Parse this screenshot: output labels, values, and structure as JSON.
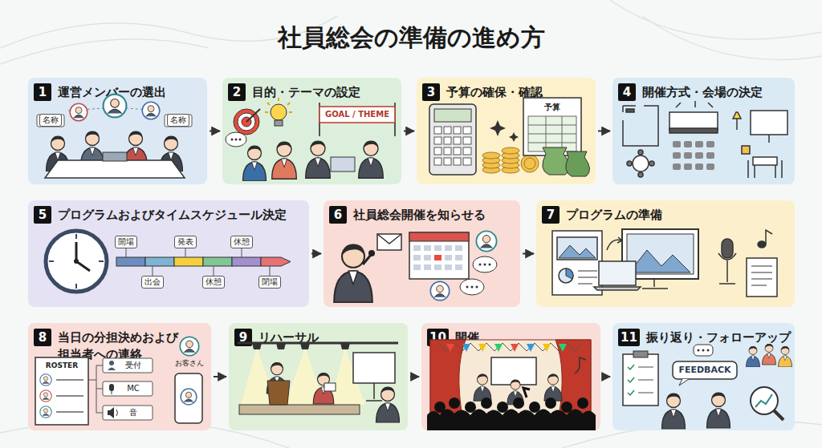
{
  "diagram": {
    "title": "社員総会の準備の進め方",
    "nodes": [
      {
        "text": [
          "1",
          "運営メンバーの選出"
        ]
      },
      {
        "text": [
          "2",
          "目的・テーマの設定"
        ]
      },
      {
        "text": [
          "3",
          "予算の確保・確認"
        ]
      },
      {
        "text": [
          "4",
          "開催方式・会場の決定"
        ]
      },
      {
        "text": [
          "5",
          "プログラムおよびタイムスケジュール決定"
        ]
      },
      {
        "text": [
          "6",
          "社員総会開催を知らせる"
        ]
      },
      {
        "text": [
          "7",
          "プログラムの準備"
        ]
      },
      {
        "text": [
          "8",
          "当日の分担決めおよび担当者への連絡"
        ]
      },
      {
        "text": [
          "9",
          "リハーサル"
        ]
      },
      {
        "text": [
          "10",
          "開催"
        ]
      },
      {
        "text": [
          "11",
          "振り返り・フォローアップ"
        ]
      }
    ],
    "edges": [
      {
        "from": 0,
        "to": 1,
        "arrow": "to"
      },
      {
        "from": 1,
        "to": 2,
        "arrow": "to"
      },
      {
        "from": 2,
        "to": 3,
        "arrow": "to"
      },
      {
        "from": 4,
        "to": 5,
        "arrow": "to"
      },
      {
        "from": 5,
        "to": 6,
        "arrow": "to"
      },
      {
        "from": 7,
        "to": 8,
        "arrow": "to"
      },
      {
        "from": 8,
        "to": 9,
        "arrow": "to"
      },
      {
        "from": 9,
        "to": 10,
        "arrow": "to"
      }
    ],
    "labels": [
      "名称",
      "名称",
      "GOAL / THEME",
      "予算",
      "開場",
      "発表",
      "休憩",
      "出会",
      "休憩",
      "閉場",
      "ROSTER",
      "受付",
      "MC",
      "音",
      "お客さん",
      "FEEDBACK"
    ]
  }
}
